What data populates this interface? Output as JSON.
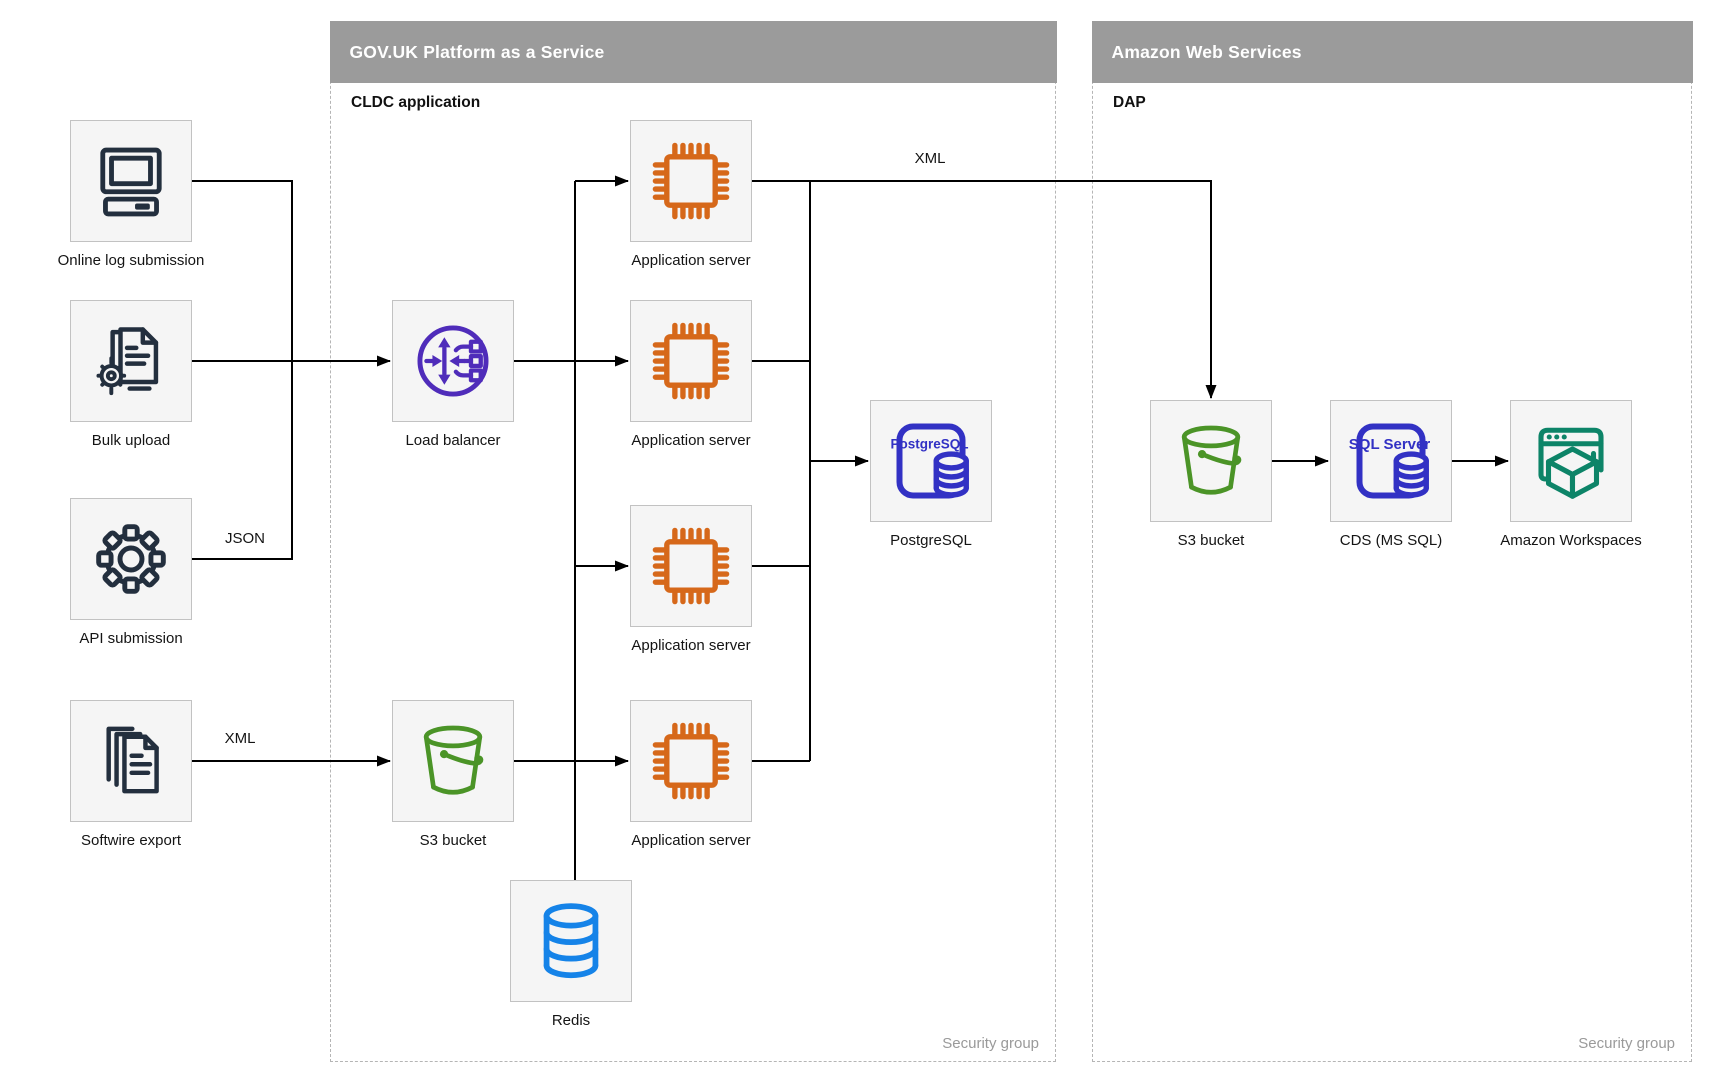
{
  "paas_container": {
    "title": "GOV.UK Platform as a Service",
    "sublabel": "CLDC application",
    "footer": "Security group"
  },
  "aws_container": {
    "title": "Amazon Web Services",
    "sublabel": "DAP",
    "footer": "Security group"
  },
  "nodes": {
    "online_log_submission": {
      "label": "Online log submission",
      "icon": "desktop-computer-icon"
    },
    "bulk_upload": {
      "label": "Bulk upload",
      "icon": "document-gear-icon"
    },
    "api_submission": {
      "label": "API submission",
      "icon": "gear-icon"
    },
    "softwire_export": {
      "label": "Softwire export",
      "icon": "document-stack-icon"
    },
    "load_balancer": {
      "label": "Load balancer",
      "icon": "load-balancer-icon"
    },
    "s3_bucket_paas": {
      "label": "S3 bucket",
      "icon": "s3-bucket-icon"
    },
    "app_server_1": {
      "label": "Application server",
      "icon": "chip-icon"
    },
    "app_server_2": {
      "label": "Application server",
      "icon": "chip-icon"
    },
    "app_server_3": {
      "label": "Application server",
      "icon": "chip-icon"
    },
    "app_server_4": {
      "label": "Application server",
      "icon": "chip-icon"
    },
    "postgresql": {
      "label": "PostgreSQL",
      "icon": "postgresql-icon",
      "icon_text": "PostgreSQL"
    },
    "redis": {
      "label": "Redis",
      "icon": "database-cylinder-icon"
    },
    "s3_bucket_aws": {
      "label": "S3 bucket",
      "icon": "s3-bucket-icon"
    },
    "cds_ms_sql": {
      "label": "CDS (MS SQL)",
      "icon": "sql-server-icon",
      "icon_text": "SQL Server"
    },
    "amazon_workspaces": {
      "label": "Amazon Workspaces",
      "icon": "workspaces-icon"
    }
  },
  "edge_labels": {
    "api_to_loadbalancer": "JSON",
    "softwire_to_s3": "XML",
    "appserver_to_aws": "XML"
  },
  "colors": {
    "container_header_bg": "#9b9b9b",
    "container_header_text": "#ffffff",
    "node_box_bg": "#f5f5f5",
    "node_box_border": "#c2c2c2",
    "dashed_border": "#b5b5b5",
    "edge_line": "#000000",
    "label_text": "#141414",
    "security_group_text": "#9a9a9a",
    "icon_navy": "#232f3e",
    "icon_orange": "#d6681a",
    "icon_purple": "#4f2cba",
    "icon_green": "#4b9427",
    "icon_blue": "#1583e8",
    "icon_indigo": "#3231c4",
    "icon_teal": "#0d8468"
  }
}
